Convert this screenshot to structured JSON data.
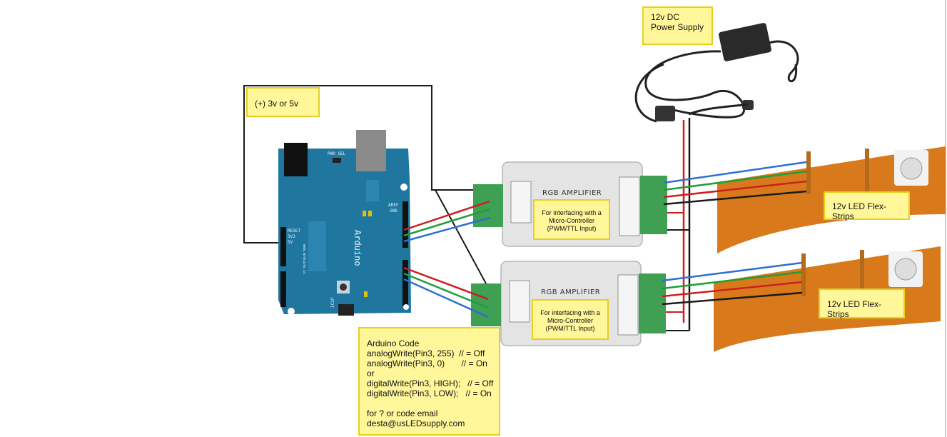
{
  "labels": {
    "power_supply": "12v DC Power Supply",
    "arduino_voltage": "(+) 3v or 5v",
    "led_strip_1": "12v LED Flex-Strips",
    "led_strip_2": "12v LED Flex-Strips"
  },
  "amplifiers": [
    {
      "title": "RGB AMPLIFIER",
      "note": [
        "For interfacing with a",
        "Micro-Controller",
        "(PWM/TTL Input)"
      ]
    },
    {
      "title": "RGB AMPLIFIER",
      "note": [
        "For interfacing with a",
        "Micro-Controller",
        "(PWM/TTL Input)"
      ]
    }
  ],
  "arduino": {
    "name": "Arduino",
    "url": "www.arduino.cc",
    "pwr_sel": "PWR SEL",
    "aref": "AREF",
    "gnd": "GND",
    "reset": "RESET",
    "v33": "3V3",
    "v5": "5V",
    "icsp": "ICSP"
  },
  "code_note": {
    "lines": [
      "Arduino Code",
      "analogWrite(Pin3, 255)  // = Off",
      "analogWrite(Pin3, 0)       // = On",
      "or",
      "digitalWrite(Pin3, HIGH);   // = Off",
      "digitalWrite(Pin3, LOW);   // = On",
      "",
      "for ? or code email",
      "desta@usLEDsupply.com"
    ]
  },
  "colors": {
    "note_fill": "#fff79a",
    "note_border": "#e8cf1d",
    "arduino_board": "#1f77a0",
    "wire_red": "#cc1f1f",
    "wire_green": "#1e9e3a",
    "wire_blue": "#2c6fd1",
    "wire_black": "#1a1a1a",
    "led_strip": "#d87a1c"
  }
}
